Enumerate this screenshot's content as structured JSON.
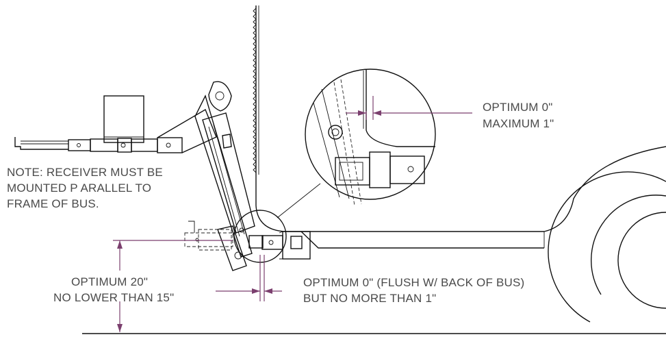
{
  "note": {
    "line1": "NOTE:  RECEIVER MUST BE",
    "line2": "MOUNTED P ARALLEL TO",
    "line3": "FRAME OF BUS."
  },
  "height_dim": {
    "line1": "OPTIMUM 20\"",
    "line2": "NO LOWER THAN 15\""
  },
  "gap_dim": {
    "line1": "OPTIMUM 0\" (FLUSH W/ BACK OF BUS)",
    "line2": "BUT NO MORE THAN 1\""
  },
  "detail_dim": {
    "line1": "OPTIMUM 0\"",
    "line2": "MAXIMUM 1\""
  },
  "colors": {
    "dimension": "#7b3f6e",
    "linework": "#111111",
    "text": "#4a4a4a"
  }
}
